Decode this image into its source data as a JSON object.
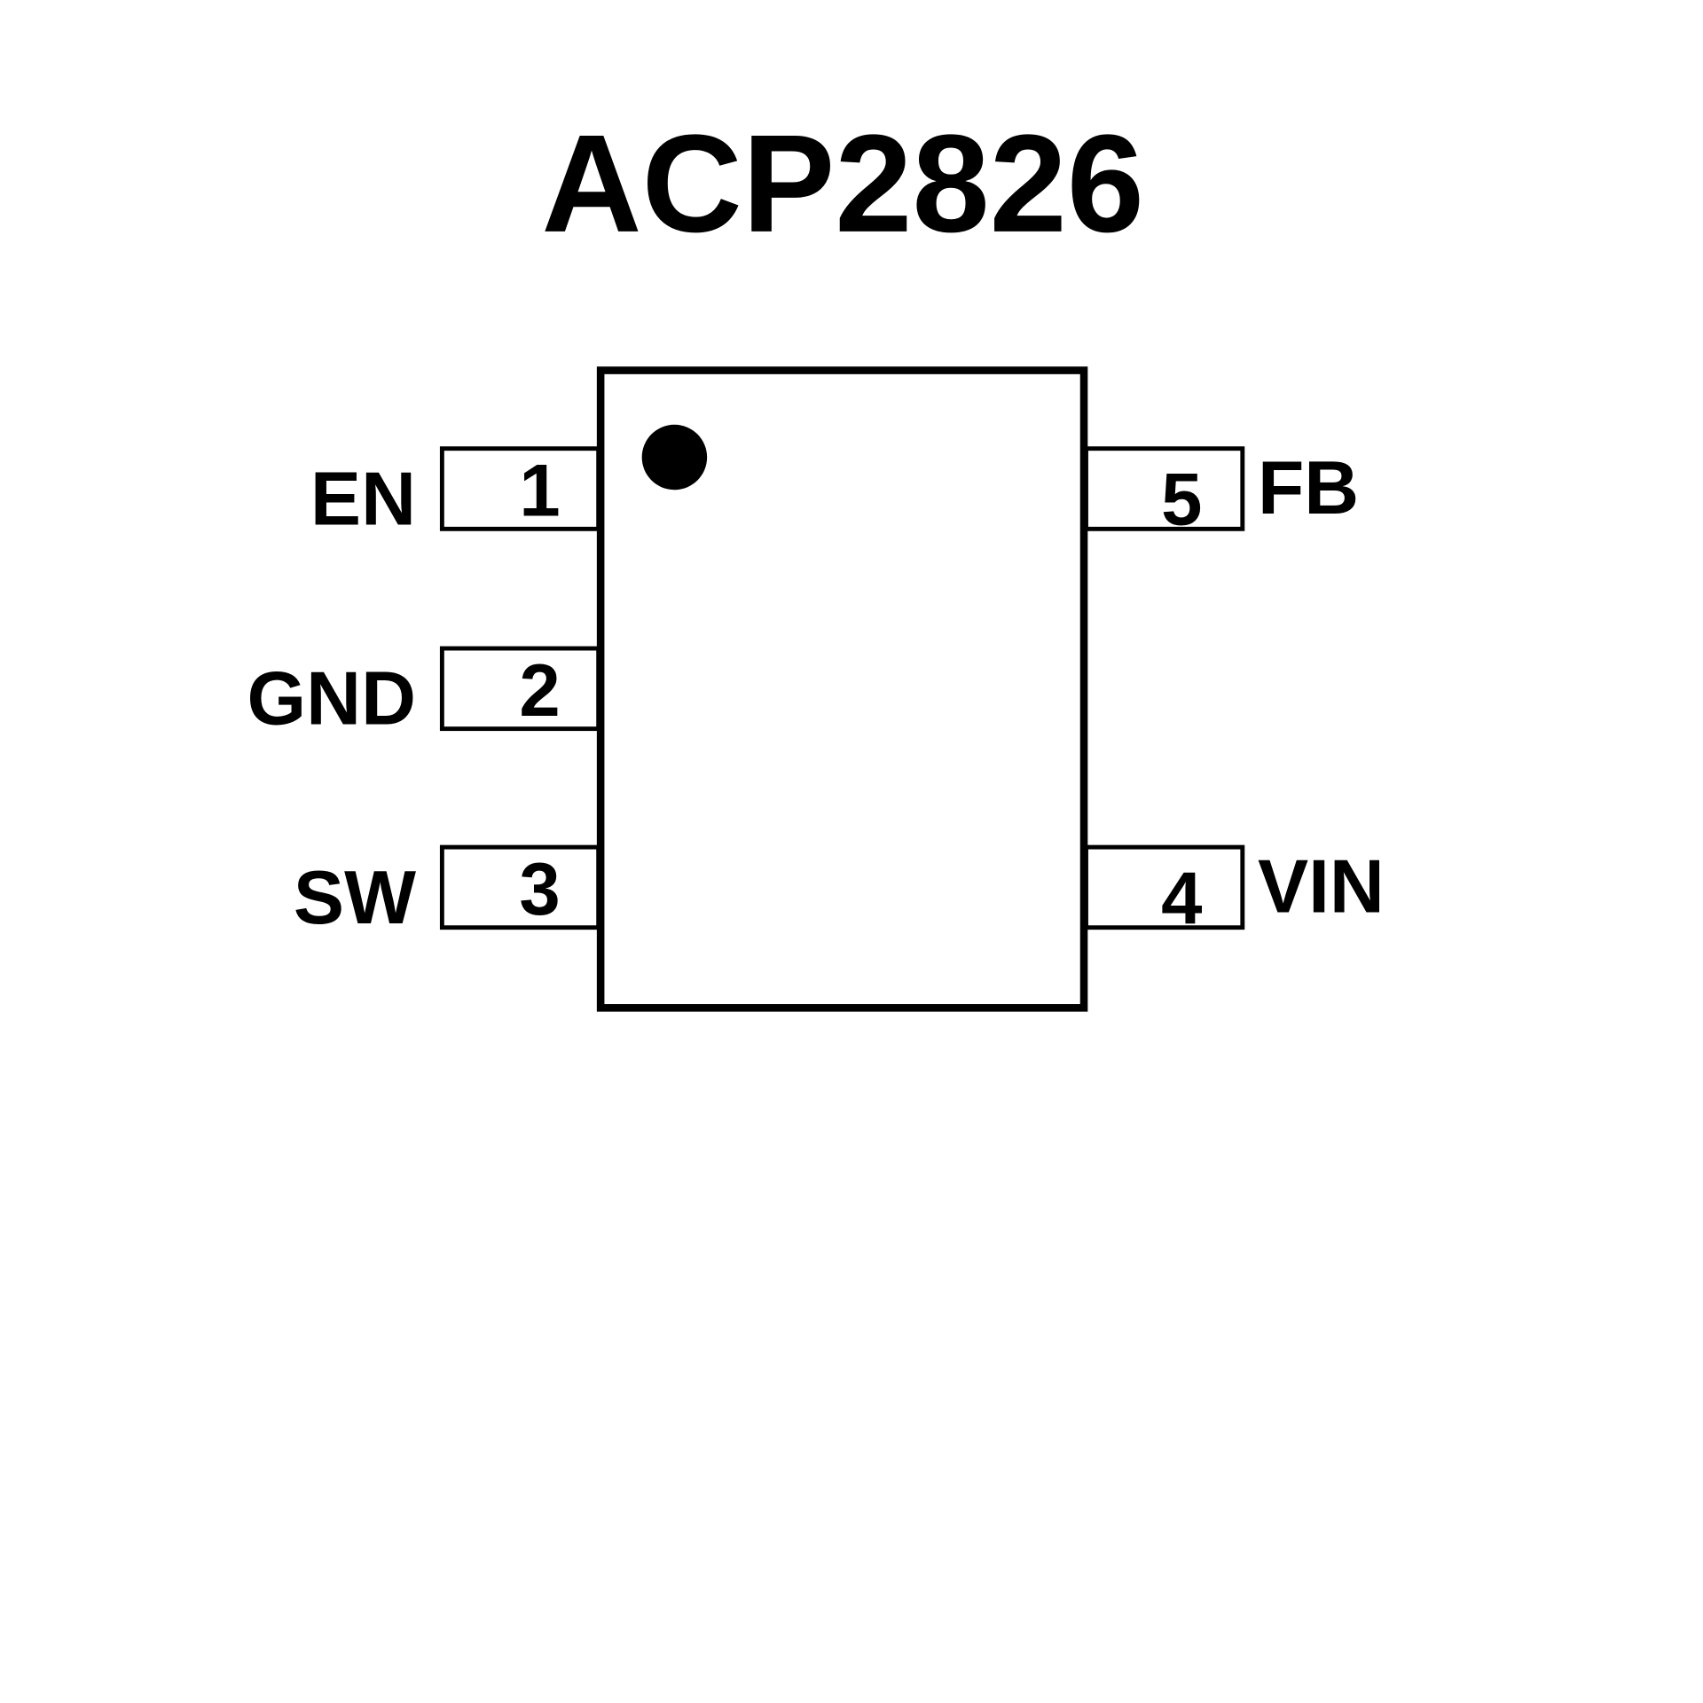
{
  "title": "ACP2826",
  "colors": {
    "stroke": "#000000",
    "background": "#ffffff"
  },
  "pins": [
    {
      "number": "1",
      "name": "EN",
      "side": "left"
    },
    {
      "number": "2",
      "name": "GND",
      "side": "left"
    },
    {
      "number": "3",
      "name": "SW",
      "side": "left"
    },
    {
      "number": "4",
      "name": "VIN",
      "side": "right"
    },
    {
      "number": "5",
      "name": "FB",
      "side": "right"
    }
  ]
}
